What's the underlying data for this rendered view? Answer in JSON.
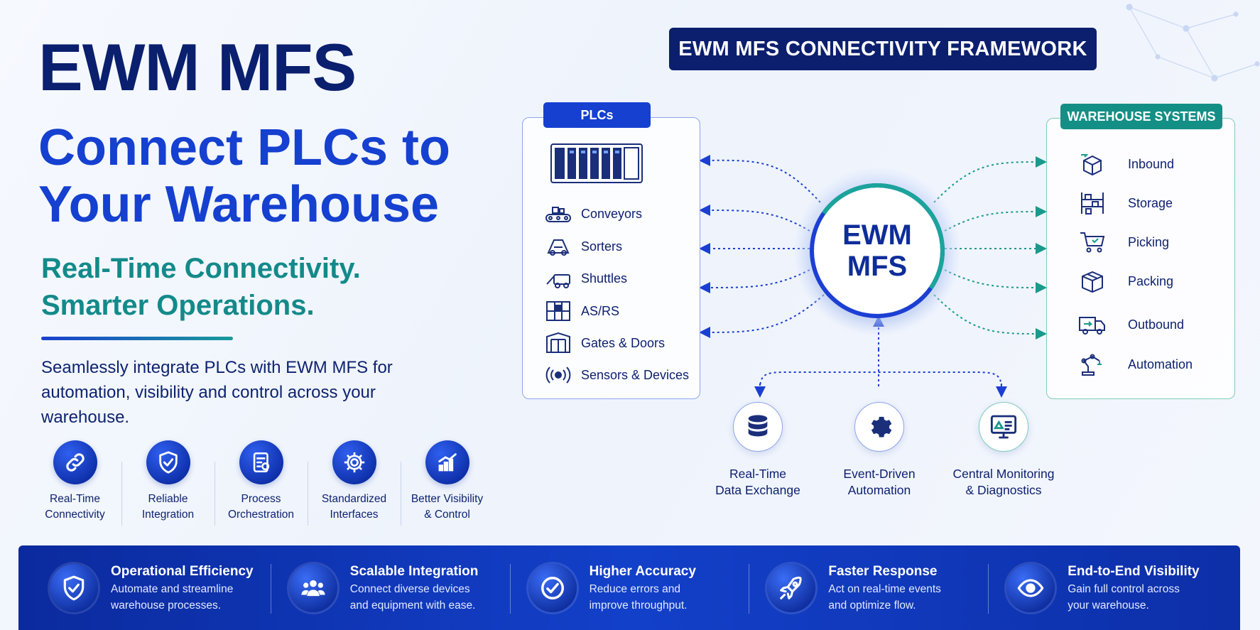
{
  "hero": {
    "title": "EWM MFS",
    "subtitle_line1": "Connect PLCs to",
    "subtitle_line2": "Your Warehouse",
    "tagline_line1": "Real-Time Connectivity.",
    "tagline_line2": "Smarter Operations.",
    "description": "Seamlessly integrate PLCs with EWM MFS for automation, visibility and control across your warehouse."
  },
  "features": [
    {
      "label": "Real-Time\nConnectivity",
      "icon": "chain-link-icon"
    },
    {
      "label": "Reliable\nIntegration",
      "icon": "shield-check-icon"
    },
    {
      "label": "Process\nOrchestration",
      "icon": "clipboard-process-icon"
    },
    {
      "label": "Standardized\nInterfaces",
      "icon": "gear-icon"
    },
    {
      "label": "Better Visibility\n& Control",
      "icon": "bar-chart-up-icon"
    }
  ],
  "framework": {
    "title": "EWM MFS CONNECTIVITY FRAMEWORK",
    "hub_line1": "EWM",
    "hub_line2": "MFS"
  },
  "plcs": {
    "label": "PLCs",
    "items": [
      {
        "label": "Conveyors",
        "icon": "conveyor-icon"
      },
      {
        "label": "Sorters",
        "icon": "sorter-icon"
      },
      {
        "label": "Shuttles",
        "icon": "shuttle-icon"
      },
      {
        "label": "AS/RS",
        "icon": "asrs-rack-icon"
      },
      {
        "label": "Gates & Doors",
        "icon": "gate-icon"
      },
      {
        "label": "Sensors & Devices",
        "icon": "sensor-icon"
      }
    ]
  },
  "warehouse": {
    "label": "WAREHOUSE SYSTEMS",
    "items": [
      {
        "label": "Inbound",
        "icon": "inbound-box-icon"
      },
      {
        "label": "Storage",
        "icon": "storage-rack-icon"
      },
      {
        "label": "Picking",
        "icon": "cart-icon"
      },
      {
        "label": "Packing",
        "icon": "package-icon"
      },
      {
        "label": "Outbound",
        "icon": "truck-icon"
      },
      {
        "label": "Automation",
        "icon": "robot-arm-icon"
      }
    ]
  },
  "services": [
    {
      "label": "Real-Time\nData Exchange",
      "icon": "database-icon"
    },
    {
      "label": "Event-Driven\nAutomation",
      "icon": "gear-icon"
    },
    {
      "label": "Central Monitoring\n& Diagnostics",
      "icon": "monitor-dashboard-icon"
    }
  ],
  "benefits": [
    {
      "title": "Operational Efficiency",
      "desc": "Automate and streamline\nwarehouse processes.",
      "icon": "shield-check-icon"
    },
    {
      "title": "Scalable Integration",
      "desc": "Connect diverse devices\nand equipment with ease.",
      "icon": "users-group-icon"
    },
    {
      "title": "Higher Accuracy",
      "desc": "Reduce errors and\nimprove throughput.",
      "icon": "check-circle-icon"
    },
    {
      "title": "Faster Response",
      "desc": "Act on real-time events\nand optimize flow.",
      "icon": "rocket-icon"
    },
    {
      "title": "End-to-End Visibility",
      "desc": "Gain full control across\nyour warehouse.",
      "icon": "eye-icon"
    }
  ],
  "colors": {
    "navy": "#0a1f6e",
    "royal_blue": "#1540d0",
    "teal": "#138a8a",
    "band_blue": "#1340c9"
  }
}
